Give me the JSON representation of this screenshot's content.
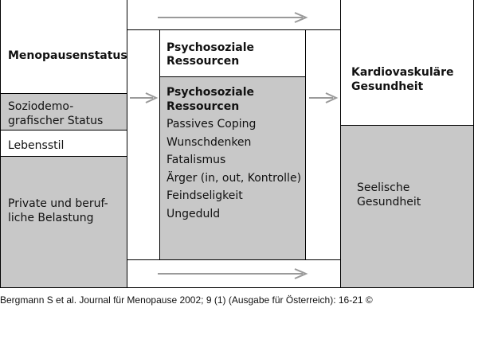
{
  "left": {
    "title": "Menopausenstatus",
    "sozio": [
      "Soziodemo-",
      "grafischer Status"
    ],
    "lebensstil": "Lebensstil",
    "belastung": [
      "Private und beruf-",
      "liche Belastung"
    ]
  },
  "middle": {
    "top_title": [
      "Psychosoziale",
      "Ressourcen"
    ],
    "box_title": [
      "Psychosoziale",
      "Ressourcen"
    ],
    "items": [
      "Passives Coping",
      "Wunschdenken",
      "Fatalismus",
      "Ärger (in, out, Kontrolle)",
      "Feindseligkeit",
      "Ungeduld"
    ]
  },
  "right": {
    "title": [
      "Kardiovaskuläre",
      "Gesundheit"
    ],
    "seelische": [
      "Seelische",
      "Gesundheit"
    ]
  },
  "caption": "Bergmann S et al. Journal für Menopause 2002; 9 (1) (Ausgabe für Österreich): 16-21 ©",
  "colors": {
    "grey": "#c8c8c8",
    "arrow": "#9a9a9a",
    "border": "#000000"
  }
}
